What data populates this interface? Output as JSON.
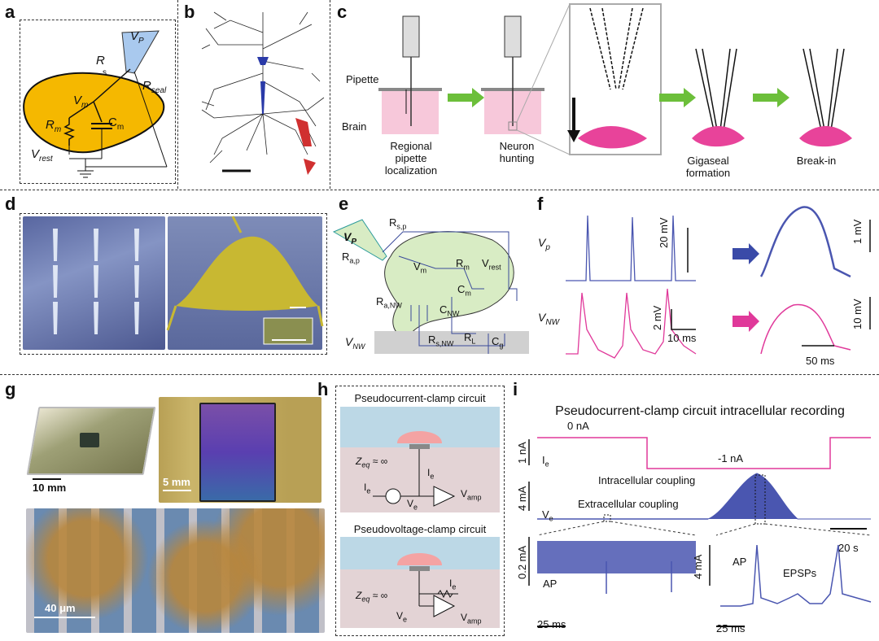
{
  "panels": {
    "a": {
      "label": "a",
      "vp": "V",
      "vp_sub": "P",
      "r_s": "R",
      "r_s_sub": "s",
      "r_seal": "R",
      "r_seal_sub": "seal",
      "v_m": "V",
      "v_m_sub": "m",
      "r_m": "R",
      "r_m_sub": "m",
      "c_m": "C",
      "c_m_sub": "m",
      "v_rest": "V",
      "v_rest_sub": "rest"
    },
    "b": {
      "label": "b"
    },
    "c": {
      "label": "c",
      "pipette": "Pipette",
      "brain": "Brain",
      "step1": [
        "Regional",
        "pipette",
        "localization"
      ],
      "step2": [
        "Neuron",
        "hunting"
      ],
      "step3": [
        "Gigaseal",
        "formation"
      ],
      "step4": "Break-in"
    },
    "d": {
      "label": "d"
    },
    "e": {
      "label": "e",
      "vp": "V",
      "vp_sub": "P",
      "rsp": "R",
      "rsp_sub": "s,p",
      "rap": "R",
      "rap_sub": "a,p",
      "vm": "V",
      "vm_sub": "m",
      "rm": "R",
      "rm_sub": "m",
      "vrest": "V",
      "vrest_sub": "rest",
      "cm": "C",
      "cm_sub": "m",
      "ranw": "R",
      "ranw_sub": "a,NW",
      "cnw": "C",
      "cnw_sub": "NW",
      "rsnw": "R",
      "rsnw_sub": "s,NW",
      "rl": "R",
      "rl_sub": "L",
      "cg": "C",
      "cg_sub": "g",
      "vnw": "V",
      "vnw_sub": "NW"
    },
    "f": {
      "label": "f",
      "vp": "V",
      "vp_sub": "p",
      "vnw": "V",
      "vnw_sub": "NW",
      "sb_20mv": "20 mV",
      "sb_2mv": "2 mV",
      "sb_10ms": "10 ms",
      "sb_1mv": "1 mV",
      "sb_10mv": "10 mV",
      "sb_50ms": "50 ms"
    },
    "g": {
      "label": "g",
      "sb_10mm": "10 mm",
      "sb_5mm": "5 mm",
      "sb_40um": "40 μm"
    },
    "h": {
      "label": "h",
      "title1": "Pseudocurrent-clamp circuit",
      "title2": "Pseudovoltage-clamp circuit",
      "zeq": "Z",
      "zeq_sub": "eq",
      "zeq_rest": "≈ ∞",
      "ie": "I",
      "ie_sub": "e",
      "ve": "V",
      "ve_sub": "e",
      "vamp": "V",
      "vamp_sub": "amp"
    },
    "i": {
      "label": "i",
      "title": "Pseudocurrent-clamp circuit intracellular recording",
      "na0": "0 nA",
      "na1": "-1 nA",
      "sb_1na": "1 nA",
      "ie": "I",
      "ie_sub": "e",
      "sb_4ma": "4 mA",
      "ve": "V",
      "ve_sub": "e",
      "intra": "Intracellular coupling",
      "extra": "Extracellular coupling",
      "sb_20s": "20 s",
      "sb_02ma": "0.2 mA",
      "ap1": "AP",
      "sb_25ms_1": "25 ms",
      "sb_4ma_2": "4 mA",
      "ap2": "AP",
      "epsps": "EPSPs",
      "sb_25ms_2": "25 ms"
    }
  },
  "colors": {
    "cell_orange": "#f5b800",
    "pipette_blue": "#a9c9ee",
    "trace_blue": "#4a56b0",
    "trace_pink": "#e0399a",
    "arrow_green": "#6cbf3a",
    "neuron_pink": "#e8439a",
    "brain_pink": "#f7c8da",
    "cell_green": "#d8ecc4",
    "sem_blue": "#6e7fb0",
    "sem_yellow": "#c8b832"
  }
}
